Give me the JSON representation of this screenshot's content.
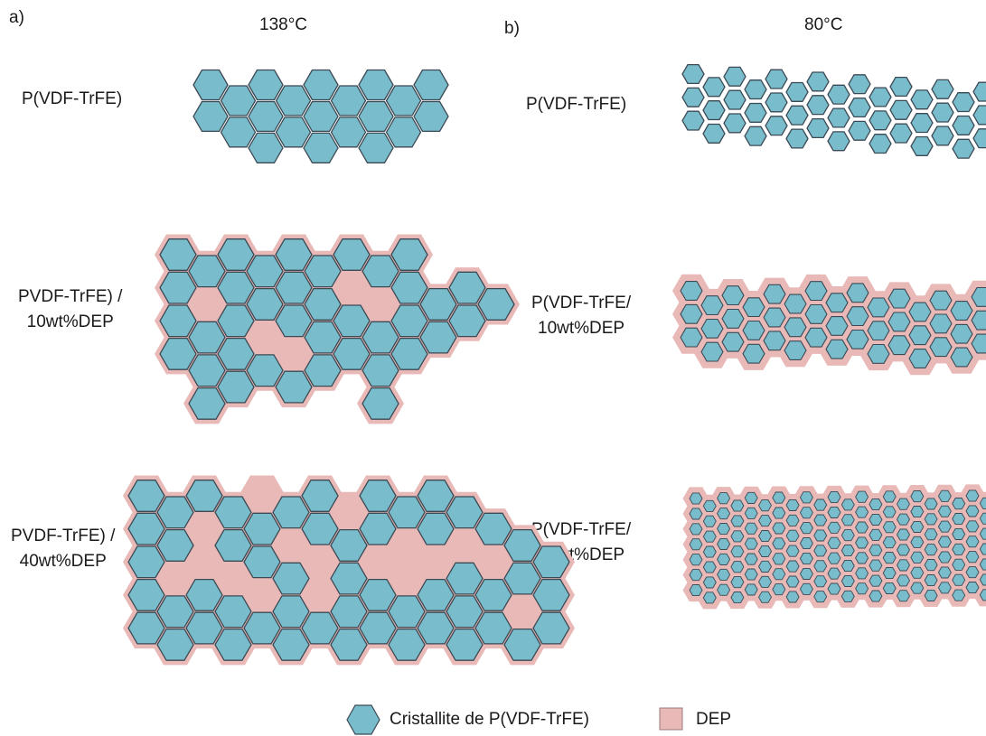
{
  "panel_a": {
    "letter": "a)",
    "temperature": "138°C",
    "rows": [
      {
        "lines": [
          "P(VDF-TrFE)"
        ]
      },
      {
        "lines": [
          "PVDF-TrFE) /",
          "10wt%DEP"
        ]
      },
      {
        "lines": [
          "PVDF-TrFE) /",
          "40wt%DEP"
        ]
      }
    ]
  },
  "panel_b": {
    "letter": "b)",
    "temperature": "80°C",
    "rows": [
      {
        "lines": [
          "P(VDF-TrFE)"
        ]
      },
      {
        "lines": [
          "P(VDF-TrFE/",
          "10wt%DEP"
        ]
      },
      {
        "lines": [
          "P(VDF-TrFE/",
          "20wt%DEP"
        ]
      }
    ]
  },
  "legend": {
    "crystallite_label": "Cristallite de P(VDF-TrFE)",
    "dep_label": "DEP"
  },
  "colors": {
    "crystallite_fill": "#79bccb",
    "crystallite_stroke": "#3c4a55",
    "dep_fill": "#e8b9b7"
  }
}
